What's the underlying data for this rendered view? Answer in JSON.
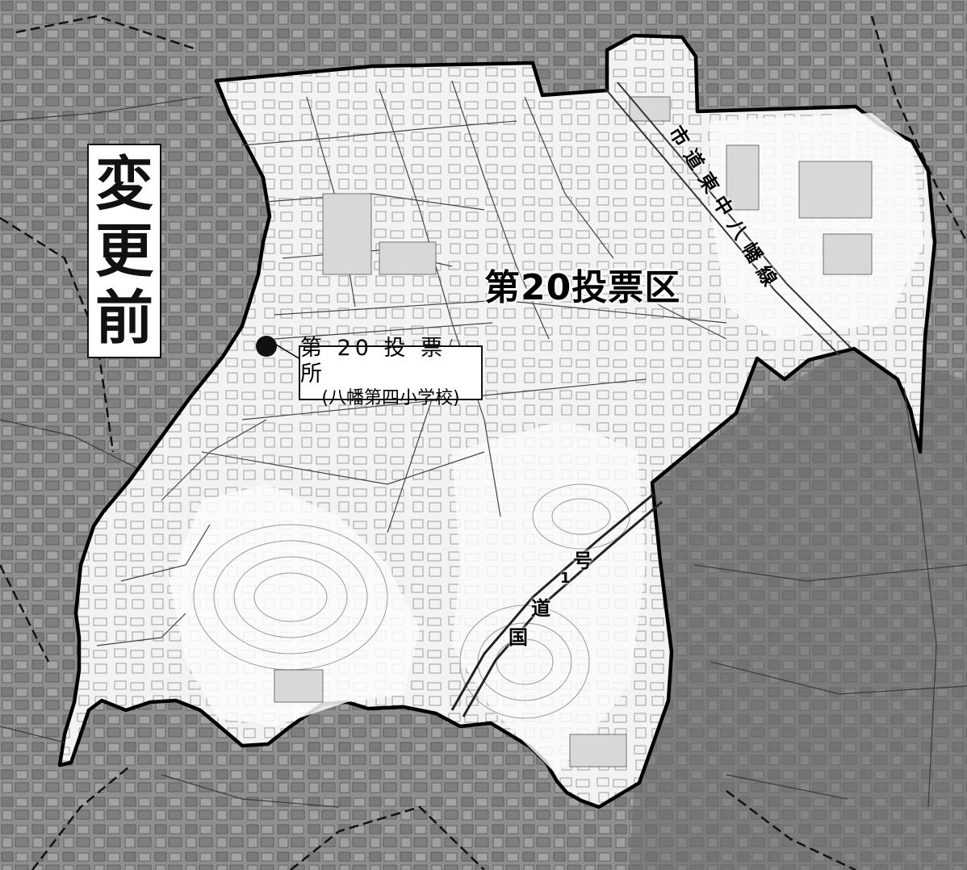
{
  "map": {
    "status_label": [
      "変",
      "更",
      "前"
    ],
    "district_label": "第20投票区",
    "polling_station": {
      "name": "第 20 投 票 所",
      "sublabel": "(八幡第四小学校)"
    },
    "road_label": "市道東中八幡線",
    "highway_label": [
      "号",
      "1",
      "道",
      "国"
    ],
    "colors": {
      "outside_area": "#8c8c8c",
      "district_area": "#f1f1f1",
      "boundary": "#000000",
      "street": "#3a3a3a",
      "marker": "#111111"
    }
  }
}
